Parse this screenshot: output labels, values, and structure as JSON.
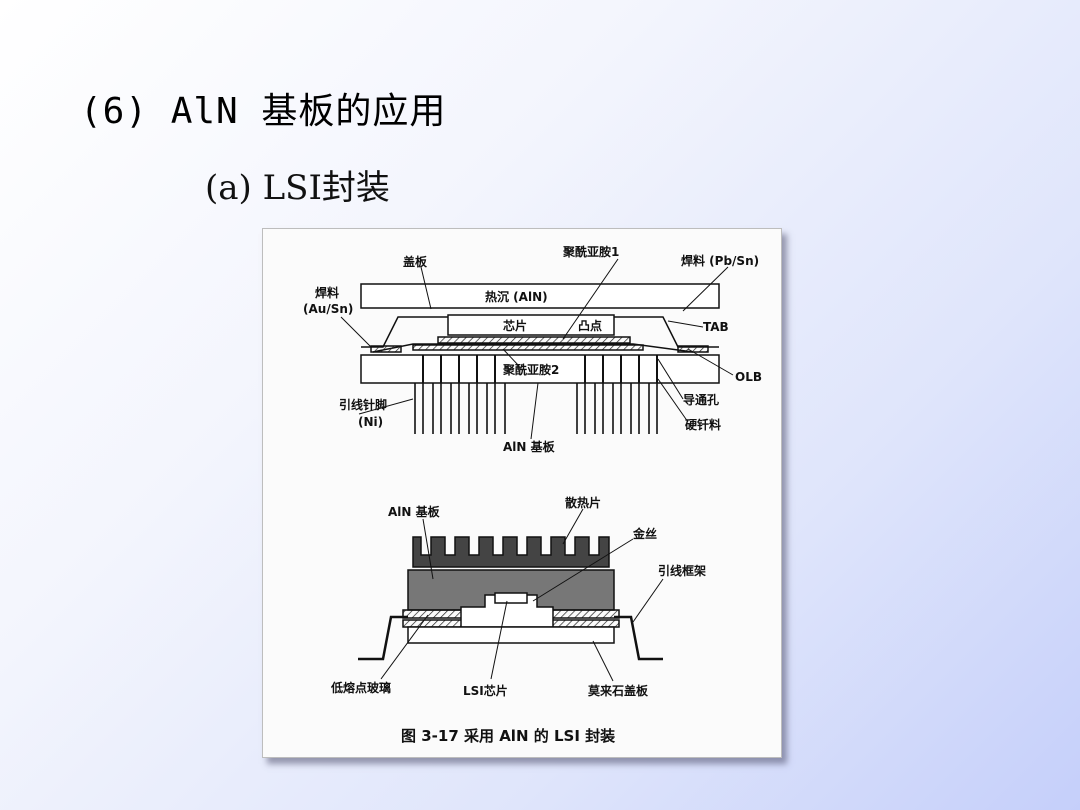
{
  "heading": "(6)  AlN 基板的应用",
  "subheading": "(a)  LSI封装",
  "figure": {
    "caption": "图 3-17   采用 AlN 的 LSI 封装",
    "top": {
      "cover_plate": "盖板",
      "polyimide1": "聚酰亚胺1",
      "solder_pbsn": "焊料 (Pb/Sn)",
      "solder_ausn_1": "焊料",
      "solder_ausn_2": "(Au/Sn)",
      "heat_sink": "热沉 (AlN)",
      "chip": "芯片",
      "bump": "凸点",
      "tab": "TAB",
      "polyimide2": "聚酰亚胺2",
      "olb": "OLB",
      "via": "导通孔",
      "lead_pin_1": "引线针脚",
      "lead_pin_2": "(Ni)",
      "hard_solder": "硬钎料",
      "aln_substrate": "AlN 基板"
    },
    "bottom": {
      "aln_substrate": "AlN 基板",
      "heat_fin": "散热片",
      "gold_wire": "金丝",
      "lead_frame": "引线框架",
      "low_melt_glass": "低熔点玻璃",
      "lsi_chip": "LSI芯片",
      "mullite_cover": "莫来石盖板"
    }
  }
}
